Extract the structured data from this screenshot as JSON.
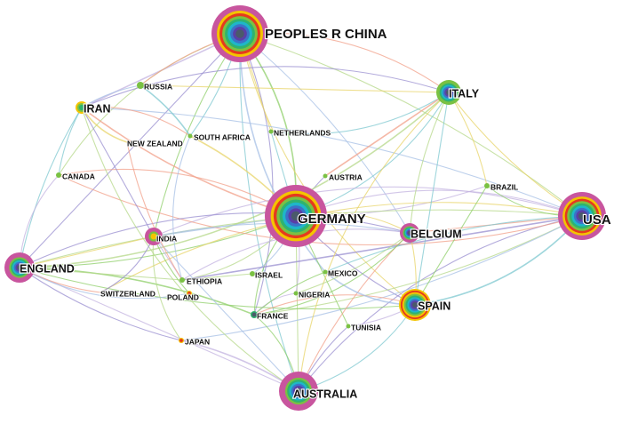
{
  "network": {
    "palette": [
      "#c8559e",
      "#f4c400",
      "#e53a1e",
      "#7ac143",
      "#2fb36f",
      "#1fb6c9",
      "#3b73c8",
      "#5b3fa6",
      "#4a5a6a"
    ],
    "edge_colors": [
      "#8fcf6a",
      "#b5d88a",
      "#9a8fd0",
      "#7fc8d0",
      "#e8d46a",
      "#f2a08a",
      "#a7c0e6",
      "#c3b3e0"
    ],
    "nodes": [
      {
        "id": "china",
        "label": "PEOPLES R CHINA",
        "ring": "big",
        "size": "xl"
      },
      {
        "id": "germany",
        "label": "GERMANY",
        "ring": "big",
        "size": "xl"
      },
      {
        "id": "usa",
        "label": "USA",
        "ring": "big",
        "size": "xl"
      },
      {
        "id": "england",
        "label": "ENGLAND",
        "ring": "pink",
        "size": "l"
      },
      {
        "id": "australia",
        "label": "AUSTRALIA",
        "ring": "pink",
        "size": "l"
      },
      {
        "id": "spain",
        "label": "SPAIN",
        "ring": "orange",
        "size": "l"
      },
      {
        "id": "italy",
        "label": "ITALY",
        "ring": "green",
        "size": "l"
      },
      {
        "id": "belgium",
        "label": "BELGIUM",
        "ring": "pink",
        "size": "l"
      },
      {
        "id": "india",
        "label": "INDIA",
        "ring": "pinksmall",
        "size": "s"
      },
      {
        "id": "iran",
        "label": "IRAN",
        "ring": "yellowgreen",
        "size": "l"
      },
      {
        "id": "russia",
        "label": "RUSSIA",
        "ring": "dot",
        "size": "s"
      },
      {
        "id": "brazil",
        "label": "BRAZIL",
        "ring": "dot",
        "size": "s"
      },
      {
        "id": "canada",
        "label": "CANADA",
        "ring": "dot",
        "size": "s"
      },
      {
        "id": "newzealand",
        "label": "NEW ZEALAND",
        "ring": "none",
        "size": "s"
      },
      {
        "id": "southafrica",
        "label": "SOUTH AFRICA",
        "ring": "dot",
        "size": "s"
      },
      {
        "id": "netherlands",
        "label": "NETHERLANDS",
        "ring": "dot",
        "size": "s"
      },
      {
        "id": "austria",
        "label": "AUSTRIA",
        "ring": "dot",
        "size": "s"
      },
      {
        "id": "ethiopia",
        "label": "ETHIOPIA",
        "ring": "dot",
        "size": "s"
      },
      {
        "id": "israel",
        "label": "ISRAEL",
        "ring": "dot",
        "size": "s"
      },
      {
        "id": "mexico",
        "label": "MEXICO",
        "ring": "dot",
        "size": "s"
      },
      {
        "id": "nigeria",
        "label": "NIGERIA",
        "ring": "dot",
        "size": "s"
      },
      {
        "id": "switzerland",
        "label": "SWITZERLAND",
        "ring": "none",
        "size": "s"
      },
      {
        "id": "poland",
        "label": "POLAND",
        "ring": "dotorange",
        "size": "s"
      },
      {
        "id": "france",
        "label": "FRANCE",
        "ring": "dotdark",
        "size": "s"
      },
      {
        "id": "tunisia",
        "label": "TUNISIA",
        "ring": "dot",
        "size": "s"
      },
      {
        "id": "japan",
        "label": "JAPAN",
        "ring": "dotorange",
        "size": "s"
      }
    ],
    "edges": [
      [
        "china",
        "germany"
      ],
      [
        "china",
        "usa"
      ],
      [
        "china",
        "england"
      ],
      [
        "china",
        "australia"
      ],
      [
        "china",
        "spain"
      ],
      [
        "china",
        "italy"
      ],
      [
        "china",
        "belgium"
      ],
      [
        "china",
        "iran"
      ],
      [
        "china",
        "india"
      ],
      [
        "china",
        "canada"
      ],
      [
        "china",
        "france"
      ],
      [
        "china",
        "southafrica"
      ],
      [
        "china",
        "netherlands"
      ],
      [
        "china",
        "russia"
      ],
      [
        "china",
        "mexico"
      ],
      [
        "germany",
        "usa"
      ],
      [
        "germany",
        "england"
      ],
      [
        "germany",
        "australia"
      ],
      [
        "germany",
        "spain"
      ],
      [
        "germany",
        "italy"
      ],
      [
        "germany",
        "belgium"
      ],
      [
        "germany",
        "iran"
      ],
      [
        "germany",
        "india"
      ],
      [
        "germany",
        "brazil"
      ],
      [
        "germany",
        "france"
      ],
      [
        "germany",
        "ethiopia"
      ],
      [
        "germany",
        "austria"
      ],
      [
        "germany",
        "netherlands"
      ],
      [
        "germany",
        "southafrica"
      ],
      [
        "germany",
        "canada"
      ],
      [
        "germany",
        "israel"
      ],
      [
        "germany",
        "nigeria"
      ],
      [
        "germany",
        "tunisia"
      ],
      [
        "usa",
        "england"
      ],
      [
        "usa",
        "australia"
      ],
      [
        "usa",
        "spain"
      ],
      [
        "usa",
        "italy"
      ],
      [
        "usa",
        "belgium"
      ],
      [
        "usa",
        "iran"
      ],
      [
        "usa",
        "india"
      ],
      [
        "usa",
        "brazil"
      ],
      [
        "usa",
        "france"
      ],
      [
        "usa",
        "ethiopia"
      ],
      [
        "usa",
        "mexico"
      ],
      [
        "usa",
        "switzerland"
      ],
      [
        "usa",
        "canada"
      ],
      [
        "usa",
        "japan"
      ],
      [
        "england",
        "australia"
      ],
      [
        "england",
        "spain"
      ],
      [
        "england",
        "italy"
      ],
      [
        "england",
        "belgium"
      ],
      [
        "england",
        "iran"
      ],
      [
        "england",
        "india"
      ],
      [
        "england",
        "switzerland"
      ],
      [
        "england",
        "poland"
      ],
      [
        "england",
        "canada"
      ],
      [
        "england",
        "france"
      ],
      [
        "england",
        "ethiopia"
      ],
      [
        "england",
        "japan"
      ],
      [
        "australia",
        "spain"
      ],
      [
        "australia",
        "italy"
      ],
      [
        "australia",
        "belgium"
      ],
      [
        "australia",
        "india"
      ],
      [
        "australia",
        "japan"
      ],
      [
        "australia",
        "france"
      ],
      [
        "australia",
        "iran"
      ],
      [
        "australia",
        "tunisia"
      ],
      [
        "spain",
        "italy"
      ],
      [
        "spain",
        "belgium"
      ],
      [
        "spain",
        "france"
      ],
      [
        "spain",
        "mexico"
      ],
      [
        "spain",
        "tunisia"
      ],
      [
        "spain",
        "brazil"
      ],
      [
        "italy",
        "belgium"
      ],
      [
        "italy",
        "iran"
      ],
      [
        "italy",
        "netherlands"
      ],
      [
        "italy",
        "brazil"
      ],
      [
        "italy",
        "austria"
      ],
      [
        "belgium",
        "india"
      ],
      [
        "belgium",
        "ethiopia"
      ],
      [
        "belgium",
        "france"
      ],
      [
        "belgium",
        "nigeria"
      ],
      [
        "iran",
        "india"
      ],
      [
        "iran",
        "canada"
      ],
      [
        "iran",
        "newzealand"
      ],
      [
        "iran",
        "southafrica"
      ],
      [
        "iran",
        "russia"
      ],
      [
        "india",
        "ethiopia"
      ],
      [
        "india",
        "poland"
      ],
      [
        "india",
        "japan"
      ],
      [
        "india",
        "switzerland"
      ],
      [
        "russia",
        "southafrica"
      ],
      [
        "russia",
        "italy"
      ],
      [
        "newzealand",
        "ethiopia"
      ],
      [
        "southafrica",
        "ethiopia"
      ],
      [
        "france",
        "nigeria"
      ],
      [
        "france",
        "mexico"
      ],
      [
        "ethiopia",
        "israel"
      ]
    ]
  }
}
